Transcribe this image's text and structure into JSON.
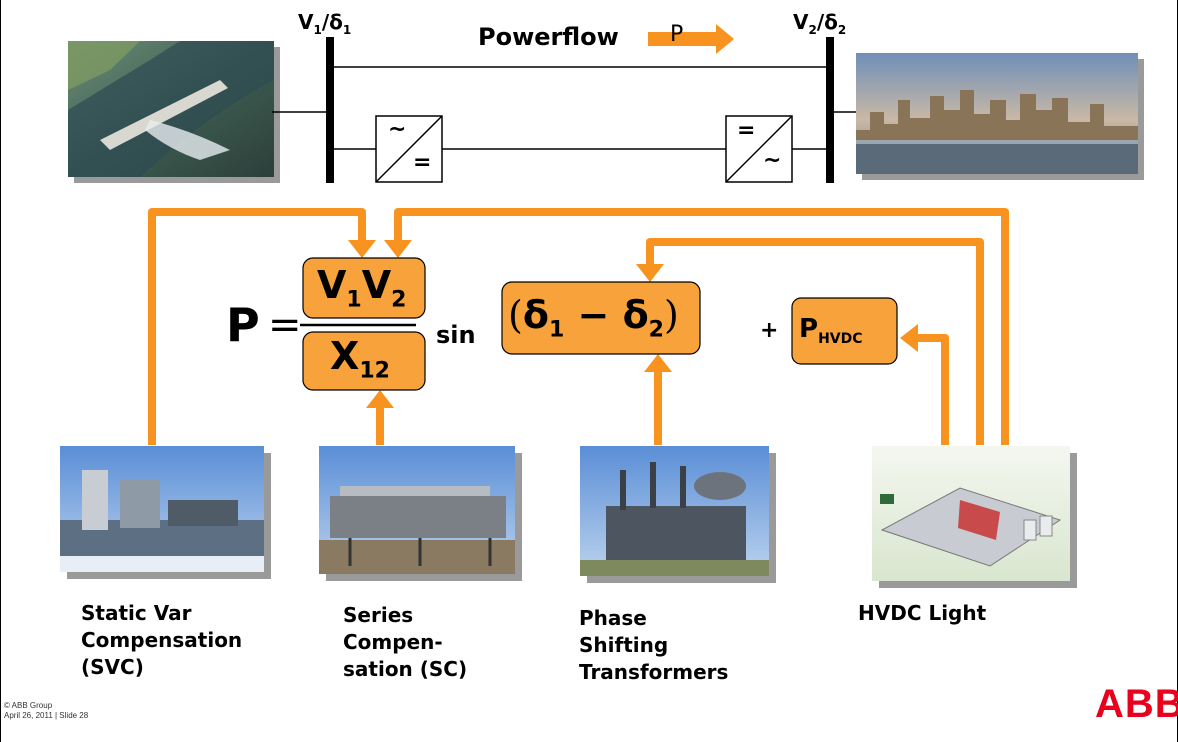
{
  "slide": {
    "bus_left_label": {
      "v": "V",
      "v_sub": "1",
      "sep": "/",
      "d": "δ",
      "d_sub": "1"
    },
    "bus_right_label": {
      "v": "V",
      "v_sub": "2",
      "sep": "/",
      "d": "δ",
      "d_sub": "2"
    },
    "powerflow_label": "Powerflow",
    "powerflow_symbol": "P",
    "converter_left": {
      "top": "~",
      "bottom": "="
    },
    "converter_right": {
      "top": "=",
      "bottom": "~"
    },
    "equation": {
      "lhs": "P",
      "equals": "=",
      "numerator": {
        "a": "V",
        "a_sub": "1",
        "b": "V",
        "b_sub": "2"
      },
      "denominator": {
        "x": "X",
        "x_sub": "12"
      },
      "sin": "sin",
      "angle": {
        "open": "(",
        "d1": "δ",
        "d1_sub": "1",
        "minus": "−",
        "d2": "δ",
        "d2_sub": "2",
        "close": ")"
      },
      "plus": "+",
      "hvdc": {
        "p": "P",
        "p_sub": "HVDC"
      }
    },
    "devices": [
      {
        "label": "Static Var\nCompensation\n(SVC)"
      },
      {
        "label": "Series\nCompen-\nsation (SC)"
      },
      {
        "label": "Phase\nShifting\nTransformers"
      },
      {
        "label": "HVDC Light"
      }
    ],
    "footer": {
      "line1": "© ABB Group",
      "line2": "April 26, 2011 | Slide 28"
    },
    "logo": "ABB",
    "colors": {
      "accent": "#F7931E",
      "box_fill": "#F7A23B",
      "line": "#000000",
      "logo_red": "#E8001C"
    }
  }
}
